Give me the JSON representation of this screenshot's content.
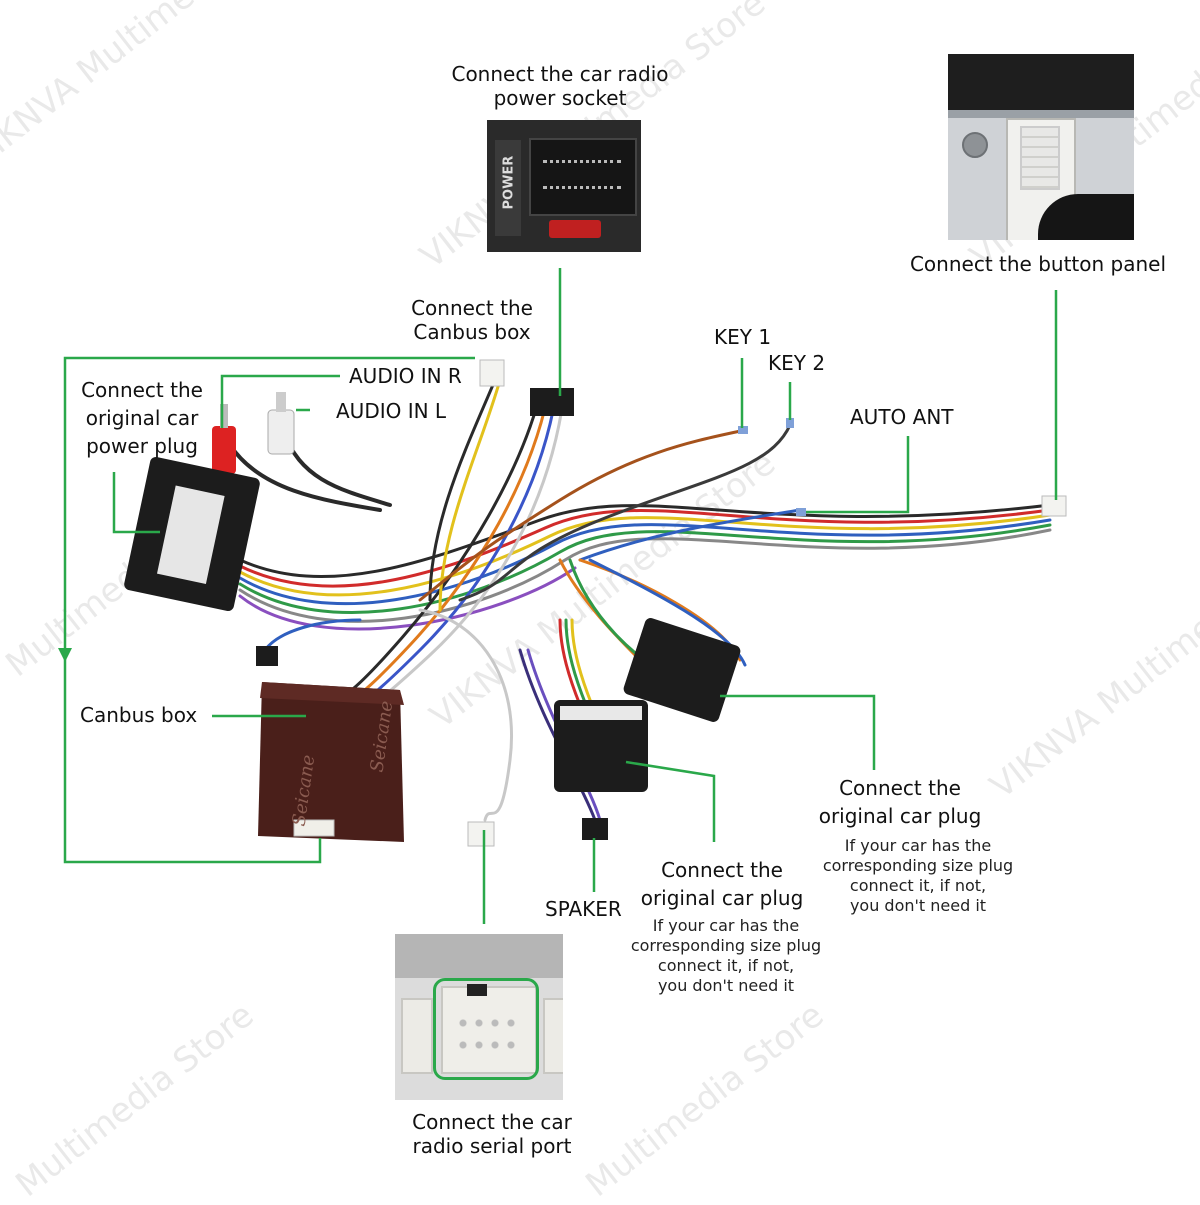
{
  "labels": {
    "power_socket": [
      "Connect the car radio",
      "power socket"
    ],
    "button_panel": "Connect the button panel",
    "canbus_connect": [
      "Connect the",
      "Canbus box"
    ],
    "original_power": [
      "Connect the",
      "original car",
      "power plug"
    ],
    "audio_r": "AUDIO IN R",
    "audio_l": "AUDIO IN L",
    "key1": "KEY 1",
    "key2": "KEY 2",
    "auto_ant": "AUTO ANT",
    "canbus_box": "Canbus box",
    "plug_right": [
      "Connect the",
      "original car plug"
    ],
    "plug_mid": [
      "Connect the",
      "original car plug"
    ],
    "plug_note": [
      "If your car has the",
      "corresponding size plug",
      "connect it, if not,",
      "you don't need it"
    ],
    "spaker": "SPAKER",
    "serial_port": [
      "Connect the car",
      "radio serial port"
    ]
  },
  "product": {
    "power_label": "POWER",
    "brand": "Seicane"
  },
  "watermarks": [
    "VIKNVA Multimedia Store",
    "Multimedia Store",
    "VIKNVA Multimedia"
  ],
  "colors": {
    "leader": "#2aa84a",
    "box": "#4a1f1a",
    "connector": "#1c1c1c"
  }
}
